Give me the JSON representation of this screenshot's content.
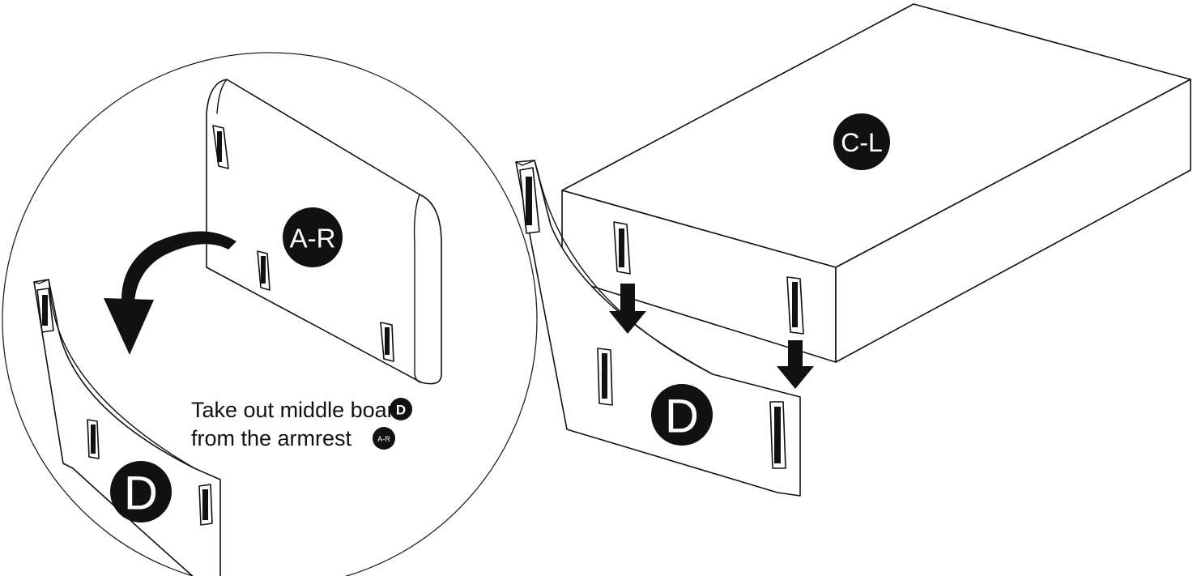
{
  "instruction": {
    "line1": "Take out middle board",
    "line1_badge": "D",
    "line2": "from the armrest",
    "line2_badge": "A-R"
  },
  "parts": {
    "armrest_label": "A-R",
    "board_label_detail": "D",
    "seat_label": "C-L",
    "board_label_main": "D"
  },
  "colors": {
    "ink": "#111111",
    "paper": "#ffffff"
  }
}
